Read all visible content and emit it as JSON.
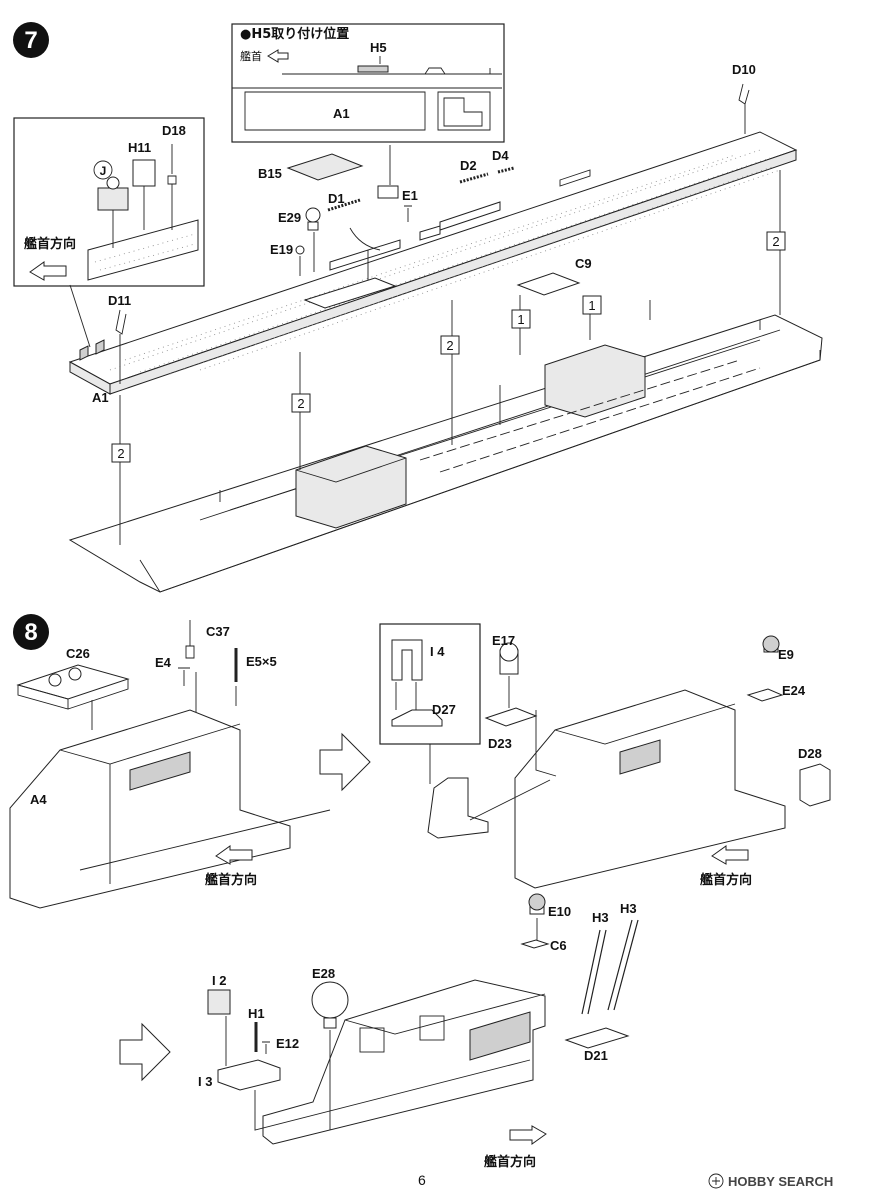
{
  "page": {
    "number": "6"
  },
  "watermark": {
    "text": "HOBBY SEARCH",
    "icon": "hobbysearch-logo-icon"
  },
  "step7": {
    "number": "7",
    "inset_top": {
      "title": "●H5取り付け位置",
      "bow_label": "艦首",
      "part_h5": "H5",
      "part_a1": "A1"
    },
    "inset_left": {
      "bow_dir": "艦首方向",
      "part_h11": "H11",
      "part_d18": "D18",
      "part_j": "J"
    },
    "labels": {
      "b15": "B15",
      "d1": "D1",
      "e1": "E1",
      "d2": "D2",
      "d4": "D4",
      "e29": "E29",
      "e19": "E19",
      "d10": "D10",
      "c9": "C9",
      "d11": "D11",
      "a1": "A1"
    },
    "boxes": [
      "2",
      "2",
      "2",
      "1",
      "1",
      "2"
    ]
  },
  "step8": {
    "number": "8",
    "sub1": {
      "c26": "C26",
      "c37": "C37",
      "e4": "E4",
      "e5": "E5×5",
      "a4": "A4",
      "bow_dir": "艦首方向"
    },
    "sub2": {
      "i4": "I 4",
      "d27": "D27",
      "e17": "E17",
      "d23": "D23",
      "e9": "E9",
      "e24": "E24",
      "d28": "D28",
      "bow_dir": "艦首方向"
    },
    "sub3": {
      "e10": "E10",
      "c6": "C6",
      "h3a": "H3",
      "h3b": "H3",
      "i2": "I 2",
      "h1": "H1",
      "e12": "E12",
      "i3": "I 3",
      "e28": "E28",
      "d21": "D21",
      "bow_dir": "艦首方向"
    }
  }
}
